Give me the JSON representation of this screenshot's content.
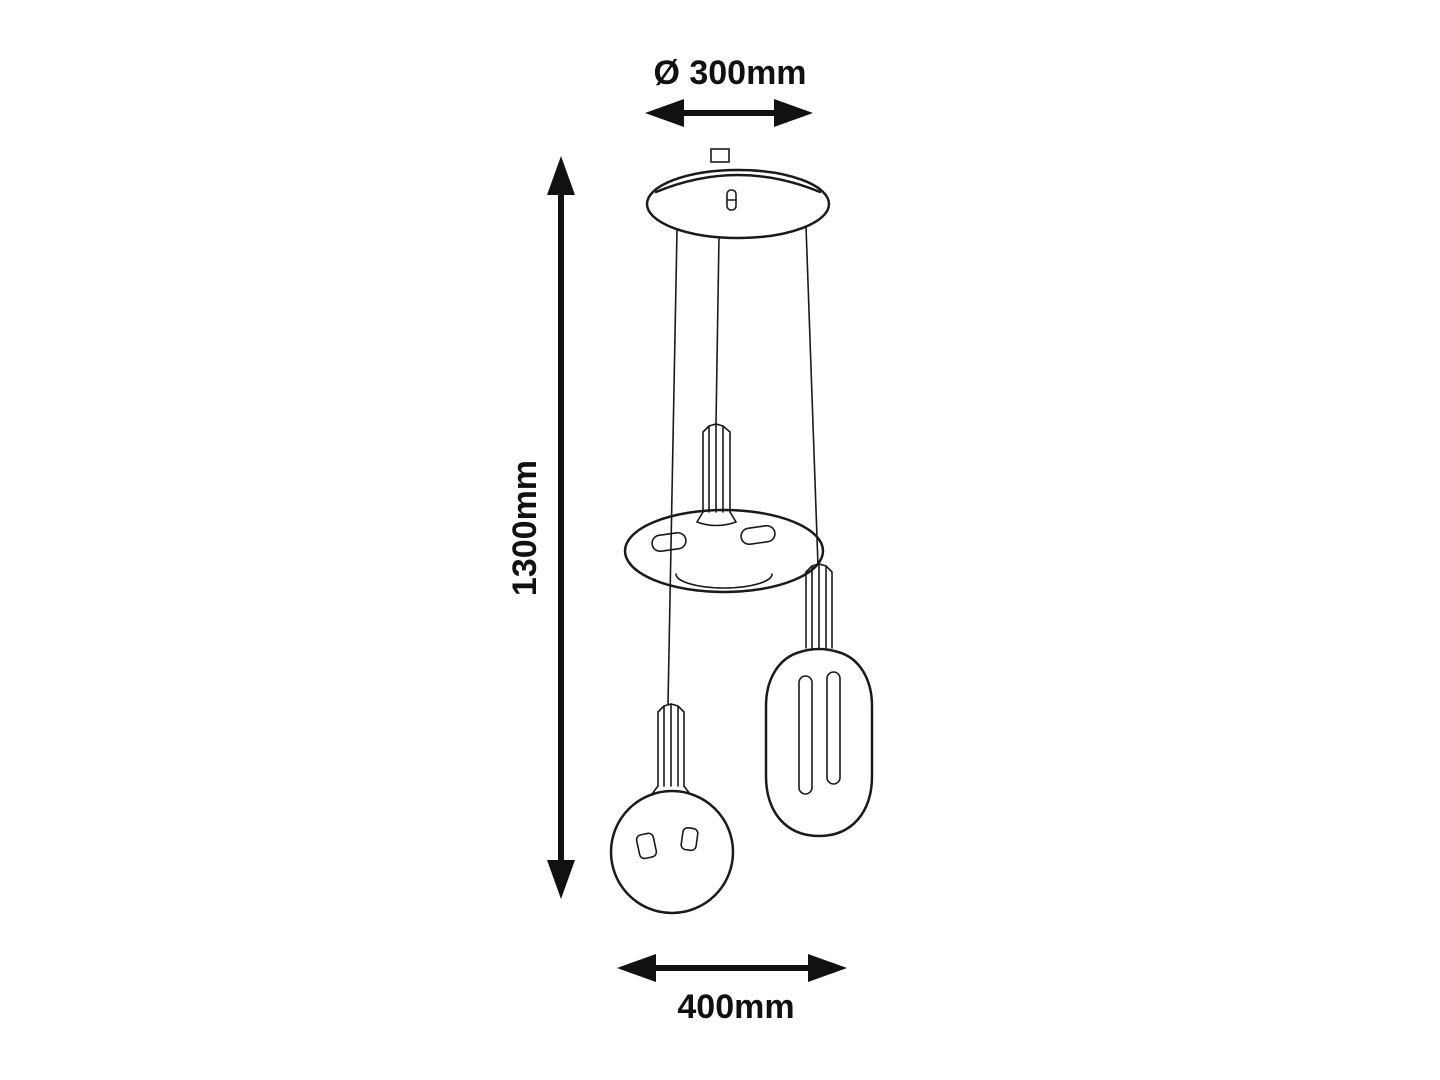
{
  "colors": {
    "background": "#ffffff",
    "line": "#1a1a1a",
    "text": "#111111"
  },
  "diagram": {
    "subject": "three-light cluster pendant lamp dimension drawing",
    "labels": {
      "canopy_diameter": "Ø 300mm",
      "overall_height": "1300mm",
      "shade_span": "400mm"
    }
  }
}
